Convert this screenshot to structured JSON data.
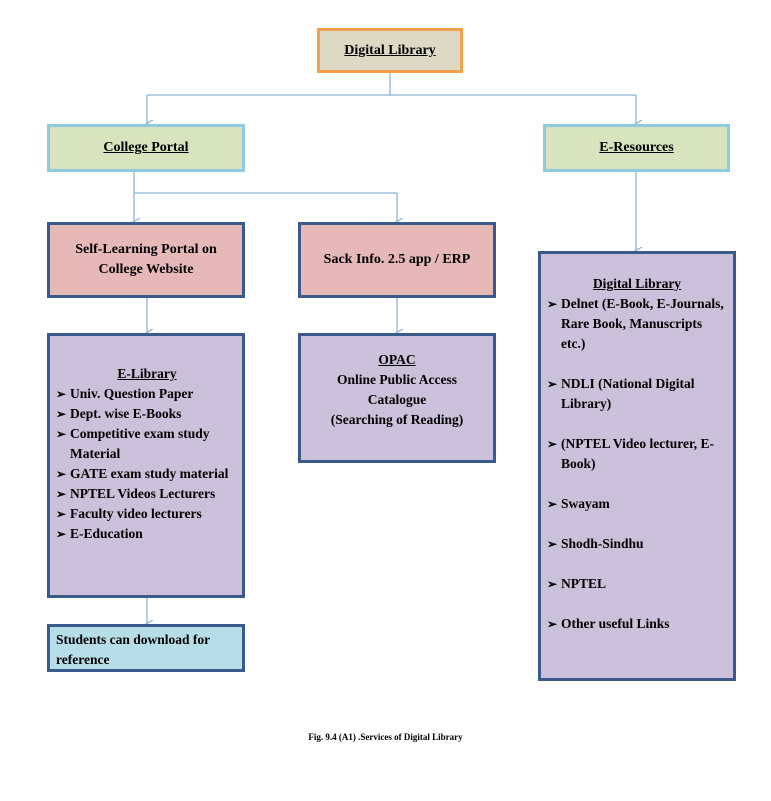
{
  "root": {
    "title": "Digital Library"
  },
  "college_portal": {
    "title": "College Portal"
  },
  "e_resources": {
    "title": "E-Resources"
  },
  "self_learning": {
    "line1": "Self-Learning Portal on",
    "line2": "College Website"
  },
  "sack_info": {
    "title": "Sack Info. 2.5 app / ERP"
  },
  "e_library": {
    "title": "E-Library",
    "items": [
      "Univ. Question Paper",
      "Dept. wise E-Books",
      "Competitive exam study Material",
      "GATE exam study material",
      "NPTEL Videos Lecturers",
      "Faculty video lecturers",
      "E-Education"
    ]
  },
  "opac": {
    "title": "OPAC",
    "line1": "Online Public Access",
    "line2": "Catalogue",
    "line3": "(Searching of Reading)"
  },
  "digital_library_resources": {
    "title": "Digital Library",
    "items": [
      "Delnet (E-Book, E-Journals, Rare Book, Manuscripts etc.)",
      "NDLI (National Digital Library)",
      "(NPTEL Video lecturer, E-Book)",
      "Swayam",
      "Shodh-Sindhu",
      "NPTEL",
      "Other useful Links"
    ]
  },
  "download": {
    "text": "Students can download for reference"
  },
  "caption": "Fig. 9.4 (A1) .Services of Digital Library",
  "colors": {
    "connector": "#8ab4d9",
    "green_fill": "#d7e4bd",
    "pink_fill": "#e6b9b8",
    "purple_fill": "#ccc1da",
    "blue_fill": "#b7dee8"
  }
}
